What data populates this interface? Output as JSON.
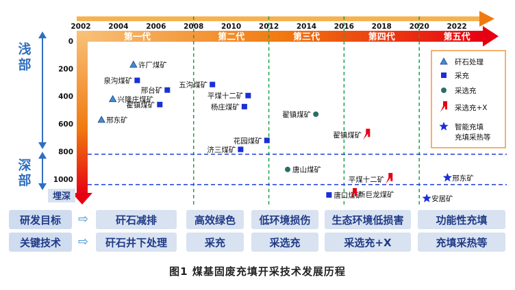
{
  "chart_data": {
    "type": "scatter",
    "title": "",
    "xaxis": {
      "ticks": [
        "2002",
        "2004",
        "2006",
        "2008",
        "2010",
        "2012",
        "2014",
        "2016",
        "2018",
        "2020",
        "2022"
      ],
      "range": [
        2002,
        2024
      ]
    },
    "yaxis": {
      "ticks": [
        "0",
        "200",
        "400",
        "600",
        "800",
        "1000"
      ],
      "range": [
        0,
        1100
      ],
      "inverted": true
    },
    "zone_labels": {
      "shallow": "浅部",
      "deep": "深部",
      "depth": "埋深"
    },
    "generations": [
      {
        "name": "第一代",
        "from": 2002,
        "to": 2008
      },
      {
        "name": "第二代",
        "from": 2008,
        "to": 2012
      },
      {
        "name": "第三代",
        "from": 2012,
        "to": 2016
      },
      {
        "name": "第四代",
        "from": 2016,
        "to": 2020
      },
      {
        "name": "第五代",
        "from": 2020,
        "to": 2024
      }
    ],
    "boundaries": [
      2008,
      2012,
      2016,
      2020
    ],
    "depth_lines": [
      820,
      1040
    ],
    "legend": {
      "position": "right",
      "items": [
        {
          "symbol": "triangle",
          "label": "矸石处理"
        },
        {
          "symbol": "square",
          "label": "采充"
        },
        {
          "symbol": "circle",
          "label": "采选充"
        },
        {
          "symbol": "flag",
          "label": "采选充+X"
        },
        {
          "symbol": "star",
          "label": "智能充填\n充填采热等"
        }
      ]
    },
    "points": [
      {
        "label": "许厂煤矿",
        "year": 2004.8,
        "depth": 170,
        "symbol": "triangle"
      },
      {
        "label": "泉沟煤矿",
        "year": 2005.0,
        "depth": 285,
        "symbol": "square"
      },
      {
        "label": "邢台矿",
        "year": 2006.6,
        "depth": 355,
        "symbol": "square"
      },
      {
        "label": "兴隆庄煤矿",
        "year": 2003.7,
        "depth": 420,
        "symbol": "triangle"
      },
      {
        "label": "翟镇煤矿",
        "year": 2006.2,
        "depth": 460,
        "symbol": "square"
      },
      {
        "label": "邢东矿",
        "year": 2003.1,
        "depth": 570,
        "symbol": "triangle"
      },
      {
        "label": "五沟煤矿",
        "year": 2009.0,
        "depth": 315,
        "symbol": "square"
      },
      {
        "label": "平煤十二矿",
        "year": 2010.9,
        "depth": 395,
        "symbol": "square"
      },
      {
        "label": "杨庄煤矿",
        "year": 2010.7,
        "depth": 475,
        "symbol": "square"
      },
      {
        "label": "翟镇煤矿",
        "year": 2014.5,
        "depth": 530,
        "symbol": "circle"
      },
      {
        "label": "花园煤矿",
        "year": 2011.9,
        "depth": 720,
        "symbol": "square"
      },
      {
        "label": "济三煤矿",
        "year": 2010.5,
        "depth": 785,
        "symbol": "square"
      },
      {
        "label": "翟镇煤矿",
        "year": 2017.2,
        "depth": 680,
        "symbol": "flag"
      },
      {
        "label": "唐山煤矿",
        "year": 2013.0,
        "depth": 930,
        "symbol": "circle"
      },
      {
        "label": "平煤十二矿",
        "year": 2018.4,
        "depth": 1000,
        "symbol": "flag"
      },
      {
        "label": "唐口煤矿",
        "year": 2015.2,
        "depth": 1115,
        "symbol": "square"
      },
      {
        "label": "新巨龙煤矿",
        "year": 2016.5,
        "depth": 1110,
        "symbol": "flag"
      },
      {
        "label": "邢东矿",
        "year": 2021.5,
        "depth": 990,
        "symbol": "star"
      },
      {
        "label": "安居矿",
        "year": 2020.4,
        "depth": 1140,
        "symbol": "star"
      }
    ]
  },
  "rows": [
    {
      "label": "研发目标",
      "cells": [
        "矸石减排",
        "高效绿色",
        "低环境损伤",
        "生态环境低损害",
        "功能性充填"
      ]
    },
    {
      "label": "关键技术",
      "cells": [
        "矸石井下处理",
        "采充",
        "采选充",
        "采选充+X",
        "充填采热等"
      ]
    }
  ],
  "arrow_glyph": "⇨",
  "caption": "图1  煤基固废充填开采技术发展历程",
  "colors": {
    "blue": "#1f3a86",
    "accent": "#2f6fc0",
    "orange": "#f07a10",
    "red": "#e60012",
    "green": "#1aa34a",
    "panel": "#cfdcf0"
  }
}
